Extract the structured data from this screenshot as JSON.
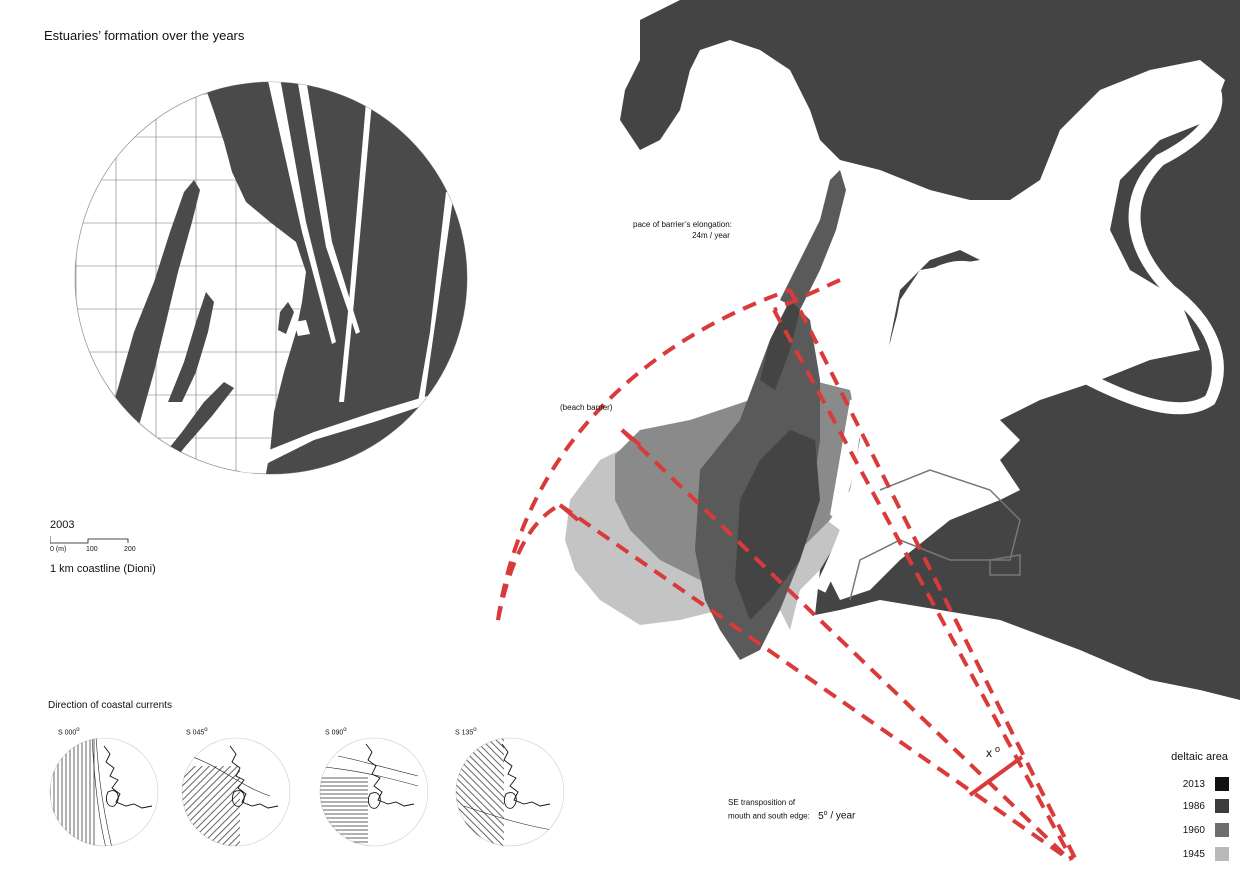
{
  "title": "Estuaries’ formation over the years",
  "scale": {
    "year": "2003",
    "ticks": [
      "0 (m)",
      "100",
      "200"
    ],
    "caption": "1 km coastline (Dioni)"
  },
  "currents": {
    "title": "Direction of coastal currents",
    "panels": [
      {
        "label": "S 000",
        "deg": "o"
      },
      {
        "label": "S 045",
        "deg": "o"
      },
      {
        "label": "S 090",
        "deg": "o"
      },
      {
        "label": "S 135",
        "deg": "o"
      }
    ]
  },
  "annotations": {
    "pace_line1": "pace of barrier’s elongation:",
    "pace_line2": "24m / year",
    "beach_barrier": "(beach barrier)",
    "angle": "x",
    "angle_deg": "o",
    "transposition_line1": "SE transposition of",
    "transposition_line2": "mouth and south edge:",
    "transposition_value": "5",
    "transposition_deg": "o",
    "transposition_unit": " / year"
  },
  "legend": {
    "title": "deltaic area",
    "items": [
      {
        "year": "2013",
        "color": "#111111"
      },
      {
        "year": "1986",
        "color": "#3c3c3c"
      },
      {
        "year": "1960",
        "color": "#6e6e6e"
      },
      {
        "year": "1945",
        "color": "#b9b9b9"
      }
    ]
  },
  "colors": {
    "accent": "#d93a3a",
    "land": "#444444"
  }
}
